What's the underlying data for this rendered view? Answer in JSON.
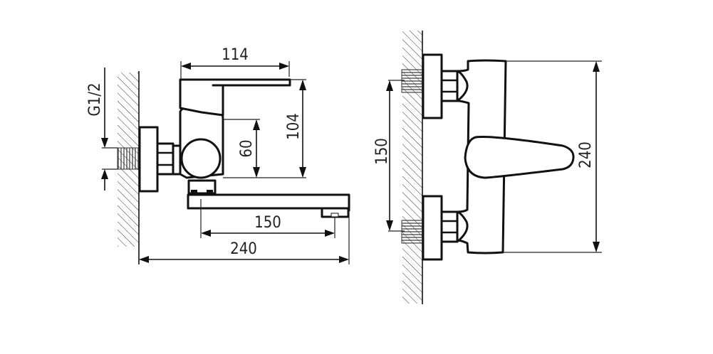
{
  "left_view": {
    "thread_label": "G1/2",
    "dim_handle_length": "114",
    "dim_total_height": "104",
    "dim_spout_axis_height": "60",
    "dim_spout_reach": "150",
    "dim_total_length": "240"
  },
  "front_view": {
    "dim_inlet_spacing": "150",
    "dim_body_height": "240"
  }
}
